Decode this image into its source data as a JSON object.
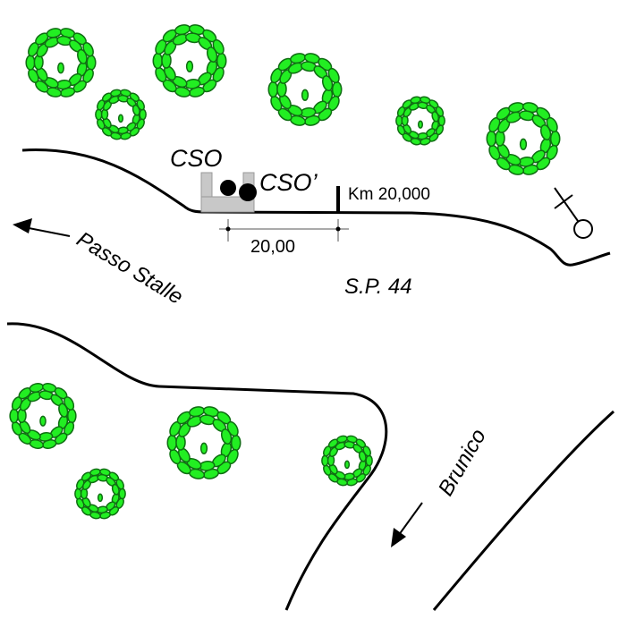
{
  "labels": {
    "cso": "CSO",
    "cso_prime": "CSO’",
    "km_marker": "Km 20,000",
    "distance": "20,00",
    "road_name": "S.P. 44",
    "direction_west": "Passo Stalle",
    "direction_south": "Brunico"
  },
  "colors": {
    "leaf_fill": "#22ee22",
    "leaf_stroke": "#0f6e12",
    "building": "#c8c8c8",
    "road": "#000000"
  },
  "icons": [
    "tree-icon",
    "arrow-icon",
    "cross-landmark-icon",
    "building-icon",
    "sensor-dot-icon"
  ]
}
